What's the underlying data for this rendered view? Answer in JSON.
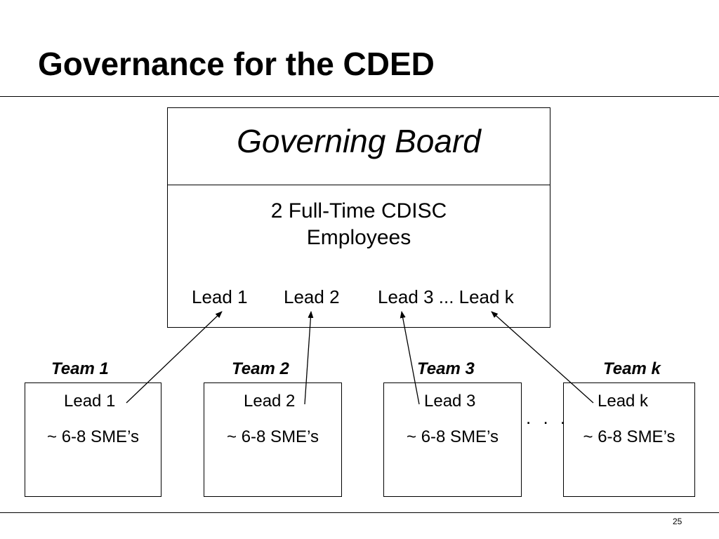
{
  "slide": {
    "title": "Governance for the CDED",
    "page_number": "25"
  },
  "board": {
    "title": "Governing Board",
    "employees_line1": "2 Full-Time CDISC",
    "employees_line2": "Employees",
    "leads": [
      "Lead 1",
      "Lead 2",
      "Lead 3 ... Lead k"
    ]
  },
  "teams": [
    {
      "label": "Team 1",
      "lead": "Lead 1",
      "members": "~ 6-8 SME’s"
    },
    {
      "label": "Team 2",
      "lead": "Lead 2",
      "members": "~ 6-8 SME’s"
    },
    {
      "label": "Team 3",
      "lead": "Lead 3",
      "members": "~ 6-8 SME’s"
    },
    {
      "label": "Team k",
      "lead": "Lead k",
      "members": "~ 6-8 SME’s"
    }
  ],
  "ellipsis": ". . ."
}
